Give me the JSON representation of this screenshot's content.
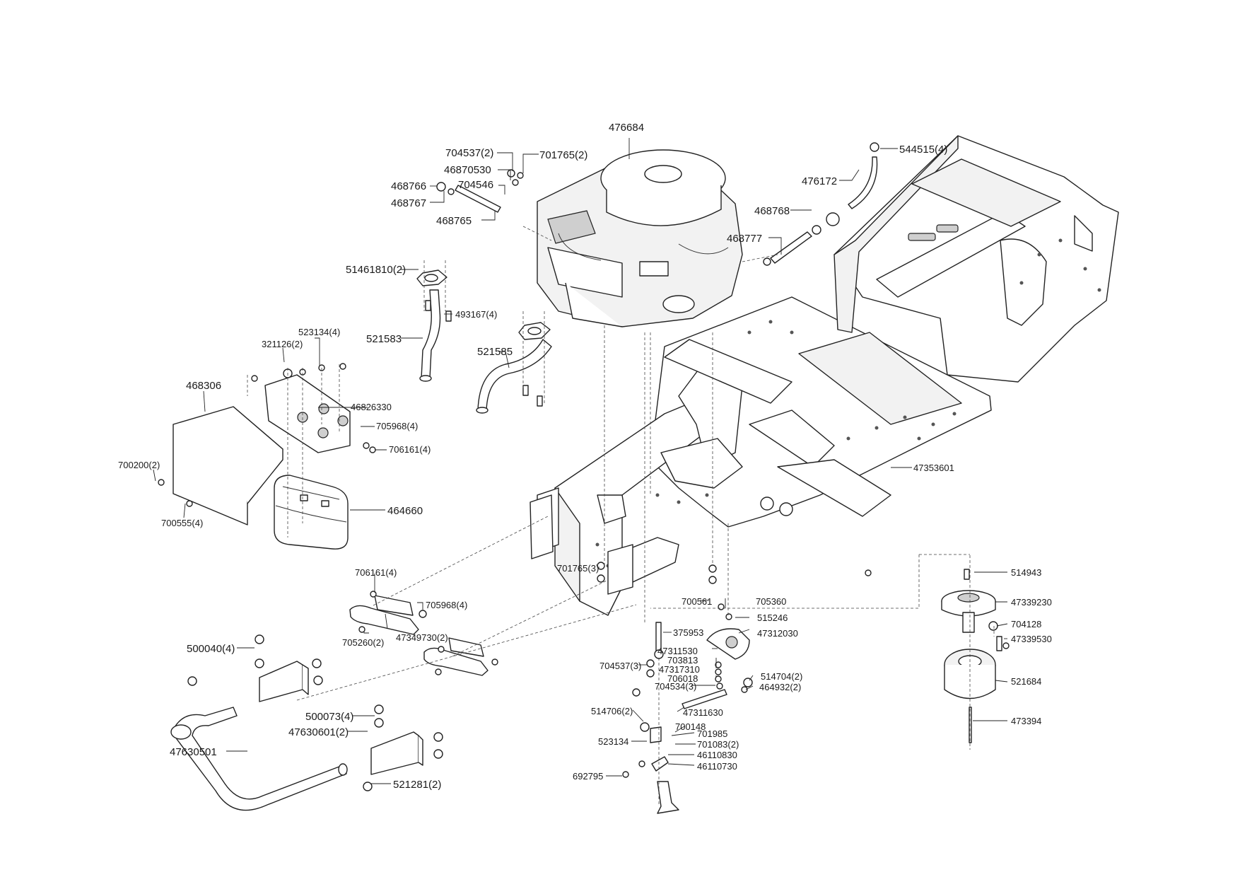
{
  "title": "Exploded parts diagram - engine, frame and clutch",
  "labels": {
    "l476684": "476684",
    "l704537_2": "704537(2)",
    "l701765_2": "701765(2)",
    "l46870530": "46870530",
    "l704546": "704546",
    "l468766": "468766",
    "l468767": "468767",
    "l468765": "468765",
    "l544515_4": "544515(4)",
    "l476172": "476172",
    "l468768": "468768",
    "l468777": "468777",
    "l51461810_2": "51461810(2)",
    "l493167_4": "493167(4)",
    "l521583": "521583",
    "l521585": "521585",
    "l523134_4": "523134(4)",
    "l321126_2": "321126(2)",
    "l468306": "468306",
    "l46826330": "46826330",
    "l705968_4a": "705968(4)",
    "l706161_4a": "706161(4)",
    "l700200_2": "700200(2)",
    "l700555_4": "700555(4)",
    "l464660": "464660",
    "l47353601": "47353601",
    "l706161_4b": "706161(4)",
    "l705968_4b": "705968(4)",
    "l705260_2": "705260(2)",
    "l47349730_2": "47349730(2)",
    "l701765_3": "701765(3)",
    "l500040_4": "500040(4)",
    "l500073_4": "500073(4)",
    "l47630601_2": "47630601(2)",
    "l47630501": "47630501",
    "l521281_2": "521281(2)",
    "l700561": "700561",
    "l705360": "705360",
    "l515246": "515246",
    "l375953": "375953",
    "l47312030": "47312030",
    "l47311530": "47311530",
    "l703813": "703813",
    "l704537_3": "704537(3)",
    "l47317310": "47317310",
    "l706018": "706018",
    "l514704_2": "514704(2)",
    "l704534_3": "704534(3)",
    "l464932_2": "464932(2)",
    "l514706_2": "514706(2)",
    "l47311630": "47311630",
    "l700148": "700148",
    "l523134": "523134",
    "l701985": "701985",
    "l701083_2": "701083(2)",
    "l46110830": "46110830",
    "l46110730": "46110730",
    "l692795": "692795",
    "l514943": "514943",
    "l47339230": "47339230",
    "l704128": "704128",
    "l47339530": "47339530",
    "l521684": "521684",
    "l473394": "473394"
  }
}
